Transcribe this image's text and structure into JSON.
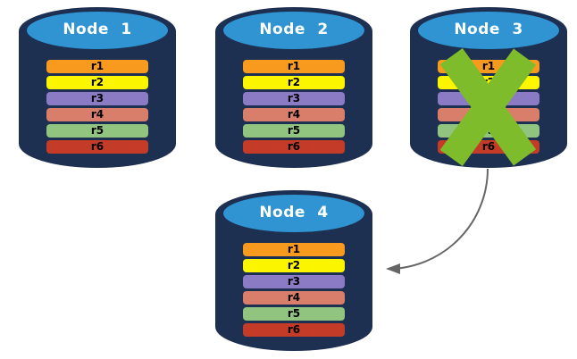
{
  "diagram": {
    "description": "Database node failover diagram: replicated rows r1-r6 on four nodes; failed Node 3 arrows to replacement Node 4",
    "nodes": [
      {
        "label": "Node 1",
        "failed": false,
        "rows": [
          {
            "label": "r1",
            "color": "#F89A1E"
          },
          {
            "label": "r2",
            "color": "#FCF500"
          },
          {
            "label": "r3",
            "color": "#8A7BC4"
          },
          {
            "label": "r4",
            "color": "#D97E6B"
          },
          {
            "label": "r5",
            "color": "#90C47F"
          },
          {
            "label": "r6",
            "color": "#C43C28"
          }
        ]
      },
      {
        "label": "Node 2",
        "failed": false,
        "rows": [
          {
            "label": "r1",
            "color": "#F89A1E"
          },
          {
            "label": "r2",
            "color": "#FCF500"
          },
          {
            "label": "r3",
            "color": "#8A7BC4"
          },
          {
            "label": "r4",
            "color": "#D97E6B"
          },
          {
            "label": "r5",
            "color": "#90C47F"
          },
          {
            "label": "r6",
            "color": "#C43C28"
          }
        ]
      },
      {
        "label": "Node 3",
        "failed": true,
        "rows": [
          {
            "label": "r1",
            "color": "#F89A1E"
          },
          {
            "label": "r2",
            "color": "#FCF500"
          },
          {
            "label": "r3",
            "color": "#8A7BC4"
          },
          {
            "label": "r4",
            "color": "#D97E6B"
          },
          {
            "label": "r5",
            "color": "#90C47F"
          },
          {
            "label": "r6",
            "color": "#C43C28"
          }
        ]
      },
      {
        "label": "Node 4",
        "failed": false,
        "rows": [
          {
            "label": "r1",
            "color": "#F89A1E"
          },
          {
            "label": "r2",
            "color": "#FCF500"
          },
          {
            "label": "r3",
            "color": "#8A7BC4"
          },
          {
            "label": "r4",
            "color": "#D97E6B"
          },
          {
            "label": "r5",
            "color": "#90C47F"
          },
          {
            "label": "r6",
            "color": "#C43C28"
          }
        ]
      }
    ],
    "cylinder": {
      "body_color": "#1E3051",
      "top_color": "#2F94D1",
      "title_color": "#FFFFFF"
    },
    "failure_x": {
      "color": "#7FBC2B"
    },
    "arrow": {
      "color": "#666666",
      "from": "Node 3",
      "to": "Node 4"
    }
  }
}
